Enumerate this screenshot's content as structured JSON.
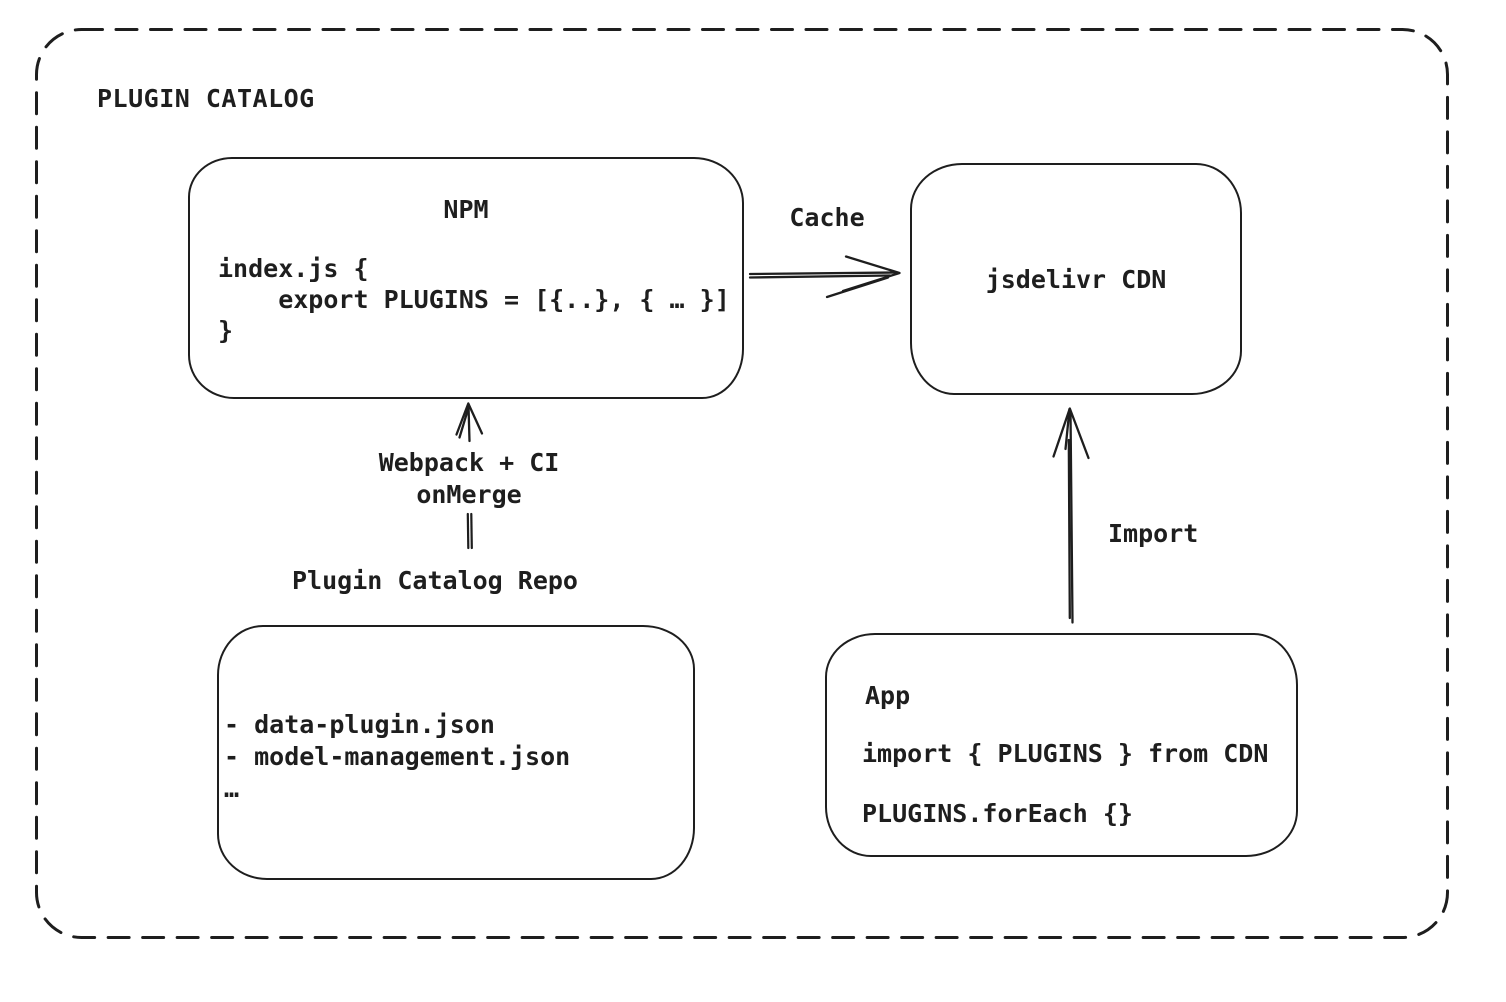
{
  "canvas": {
    "background": "#ffffff",
    "ink": "#1e1e1e"
  },
  "diagram": {
    "title": "PLUGIN CATALOG",
    "nodes": {
      "npm": {
        "title": "NPM",
        "code": [
          "index.js {",
          "    export PLUGINS = [{..}, { … }]",
          "}"
        ]
      },
      "cdn": {
        "label": "jsdelivr CDN"
      },
      "repo": {
        "label": "Plugin Catalog Repo",
        "files": [
          "- data-plugin.json",
          "- model-management.json",
          "…"
        ]
      },
      "app": {
        "title": "App",
        "code": [
          "import { PLUGINS } from CDN",
          "PLUGINS.forEach {}"
        ]
      }
    },
    "edges": {
      "cache": {
        "label": "Cache",
        "from": "npm",
        "to": "cdn"
      },
      "build": {
        "label_top": "Webpack + CI",
        "label_bottom": "onMerge",
        "from": "repo",
        "to": "npm"
      },
      "import": {
        "label": "Import",
        "from": "app",
        "to": "cdn"
      }
    }
  }
}
